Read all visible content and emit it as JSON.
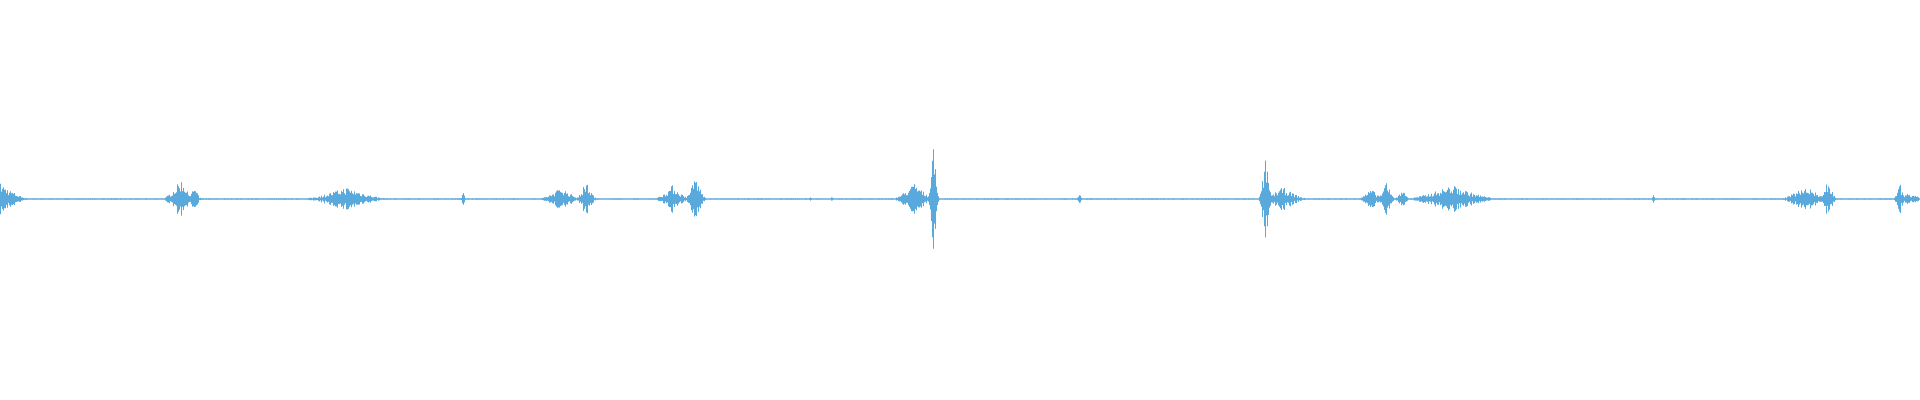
{
  "waveform": {
    "color": "#5aa9dc",
    "background": "#ffffff",
    "baseline_amplitude": 0.004,
    "duration": 1,
    "bursts": [
      {
        "t": 0.0,
        "width": 0.016,
        "amp": 0.08
      },
      {
        "t": 0.094,
        "width": 0.01,
        "amp": 0.1
      },
      {
        "t": 0.101,
        "width": 0.004,
        "amp": 0.06
      },
      {
        "t": 0.18,
        "width": 0.024,
        "amp": 0.06
      },
      {
        "t": 0.241,
        "width": 0.0015,
        "amp": 0.05
      },
      {
        "t": 0.292,
        "width": 0.012,
        "amp": 0.06
      },
      {
        "t": 0.305,
        "width": 0.006,
        "amp": 0.09
      },
      {
        "t": 0.35,
        "width": 0.01,
        "amp": 0.07
      },
      {
        "t": 0.362,
        "width": 0.006,
        "amp": 0.12
      },
      {
        "t": 0.422,
        "width": 0.0012,
        "amp": 0.015
      },
      {
        "t": 0.433,
        "width": 0.0012,
        "amp": 0.012
      },
      {
        "t": 0.476,
        "width": 0.012,
        "amp": 0.08
      },
      {
        "t": 0.486,
        "width": 0.003,
        "amp": 0.27
      },
      {
        "t": 0.562,
        "width": 0.0015,
        "amp": 0.04
      },
      {
        "t": 0.659,
        "width": 0.004,
        "amp": 0.22
      },
      {
        "t": 0.668,
        "width": 0.014,
        "amp": 0.06
      },
      {
        "t": 0.714,
        "width": 0.008,
        "amp": 0.05
      },
      {
        "t": 0.722,
        "width": 0.005,
        "amp": 0.1
      },
      {
        "t": 0.73,
        "width": 0.004,
        "amp": 0.06
      },
      {
        "t": 0.756,
        "width": 0.026,
        "amp": 0.07
      },
      {
        "t": 0.861,
        "width": 0.0015,
        "amp": 0.02
      },
      {
        "t": 0.94,
        "width": 0.014,
        "amp": 0.07
      },
      {
        "t": 0.952,
        "width": 0.005,
        "amp": 0.1
      },
      {
        "t": 0.989,
        "width": 0.003,
        "amp": 0.11
      },
      {
        "t": 0.994,
        "width": 0.01,
        "amp": 0.03
      }
    ]
  }
}
